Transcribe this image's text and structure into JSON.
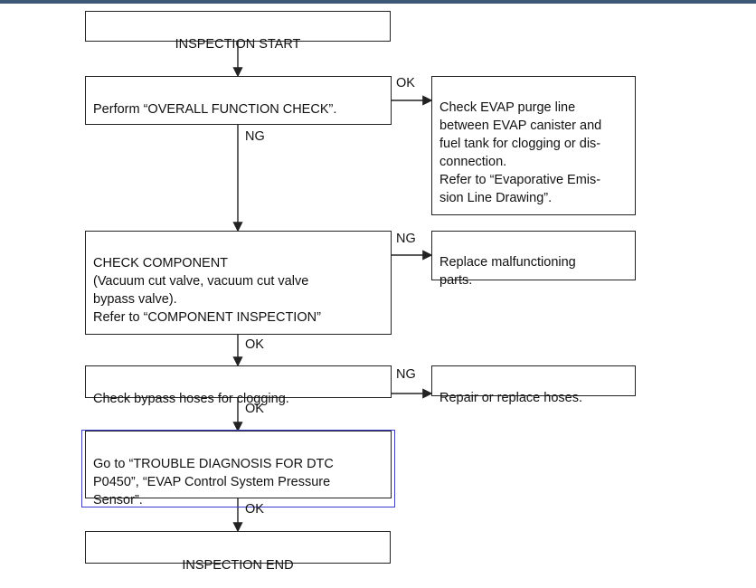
{
  "flowchart": {
    "start": "INSPECTION START",
    "step1": "Perform “OVERALL FUNCTION CHECK”.",
    "step1_ok_action": "Check EVAP purge line\nbetween EVAP canister and\nfuel tank for clogging or dis-\nconnection.\nRefer to “Evaporative Emis-\nsion Line Drawing”.",
    "step2": "CHECK COMPONENT\n(Vacuum cut valve, vacuum cut valve\nbypass valve).\nRefer to “COMPONENT INSPECTION”",
    "step2_ng_action": "Replace malfunctioning\nparts.",
    "step3": "Check bypass hoses for clogging.",
    "step3_ng_action": "Repair or replace hoses.",
    "step4": "Go to “TROUBLE DIAGNOSIS FOR DTC\nP0450”, “EVAP Control System Pressure\nSensor”.",
    "end": "INSPECTION END",
    "labels": {
      "step1_ok": "OK",
      "step1_ng": "NG",
      "step2_ng": "NG",
      "step2_ok": "OK",
      "step3_ng": "NG",
      "step3_ok": "OK",
      "step4_ok": "OK"
    }
  },
  "colors": {
    "line": "#222222",
    "highlight": "#3a3ad0",
    "topbar": "#3c5a78"
  }
}
